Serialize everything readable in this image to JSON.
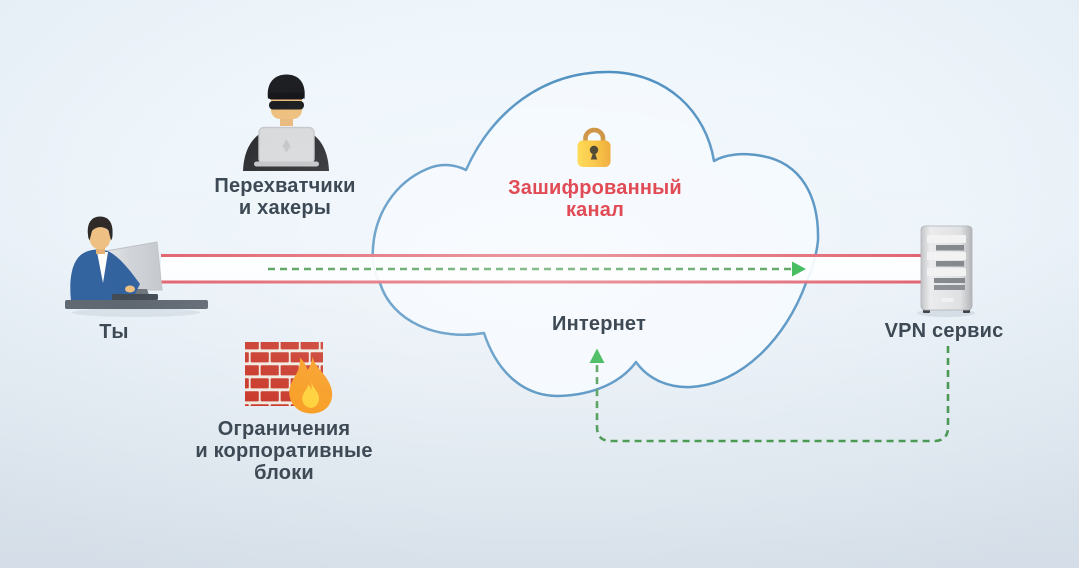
{
  "nodes": {
    "user": {
      "label": "Ты",
      "icon": "user-at-computer-icon"
    },
    "hackers": {
      "lines": [
        "Перехватчики",
        "и хакеры"
      ],
      "icon": "hacker-icon"
    },
    "firewall": {
      "lines": [
        "Ограничения",
        "и корпоративные",
        "блоки"
      ],
      "icon": "firewall-icon"
    },
    "internet_cloud": {
      "label": "Интернет",
      "icon": "internet-cloud"
    },
    "encrypted_channel": {
      "lines": [
        "Зашифрованный",
        "канал"
      ],
      "icon": "padlock-icon"
    },
    "vpn_server": {
      "label": "VPN сервис",
      "icon": "vpn-server-icon"
    }
  },
  "connections": {
    "tunnel": "red double line from user computer to VPN server",
    "outbound": "green dashed arrow left-to-right inside tunnel",
    "return": "green dashed arrow looping from VPN server back up into Internet cloud"
  },
  "colors": {
    "background_top": "#f1f8fd",
    "background_bottom": "#dde5ed",
    "label_text": "#3d4954",
    "encrypted_text": "#e14b55",
    "tunnel_line": "#e0636e",
    "tunnel_fill": "#fdfeff",
    "cloud_stroke": "#4e8fc0",
    "cloud_fill": "#f4f9fe",
    "dash_green": "#4a9a52",
    "arrow_green": "#2db34a",
    "brick_red": "#c93a2c",
    "flame_orange": "#f89d23",
    "flame_yellow": "#ffd139",
    "figure_blue": "#33639f"
  }
}
